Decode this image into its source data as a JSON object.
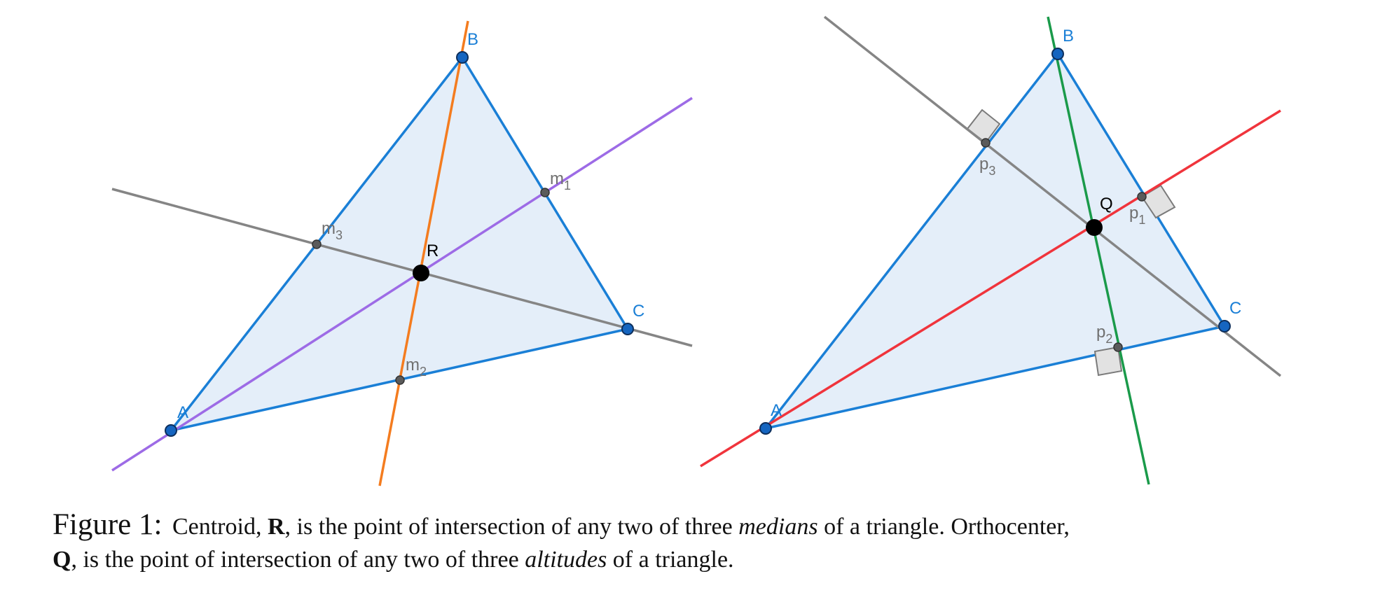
{
  "left": {
    "vertices": {
      "A": "A",
      "B": "B",
      "C": "C"
    },
    "center": "R",
    "points": [
      {
        "base": "m",
        "sub": "1"
      },
      {
        "base": "m",
        "sub": "2"
      },
      {
        "base": "m",
        "sub": "3"
      }
    ]
  },
  "right": {
    "vertices": {
      "A": "A",
      "B": "B",
      "C": "C"
    },
    "center": "Q",
    "points": [
      {
        "base": "p",
        "sub": "1"
      },
      {
        "base": "p",
        "sub": "2"
      },
      {
        "base": "p",
        "sub": "3"
      }
    ]
  },
  "colors": {
    "triangle_fill": "#e4eef9",
    "triangle_edge": "#1a7fd6",
    "vertex_fill": "#1565c0",
    "median_1": "#9d6be6",
    "median_2": "#f47c1f",
    "median_3": "#858585",
    "altitude_1": "#f0343c",
    "altitude_2": "#1a9a4a",
    "altitude_3": "#858585",
    "right_angle_fill": "#e2e2e2",
    "center_point": "#000000"
  },
  "caption": {
    "fig_label": "Figure 1:",
    "t1": "Centroid, ",
    "b1": "R",
    "t2": ", is the point of intersection of any two of three ",
    "i1": "medians",
    "t3": " of a triangle. Orthocenter, ",
    "b2": "Q",
    "t4": ", is the point of intersection of any two of three ",
    "i2": "altitudes",
    "t5": " of a triangle."
  }
}
